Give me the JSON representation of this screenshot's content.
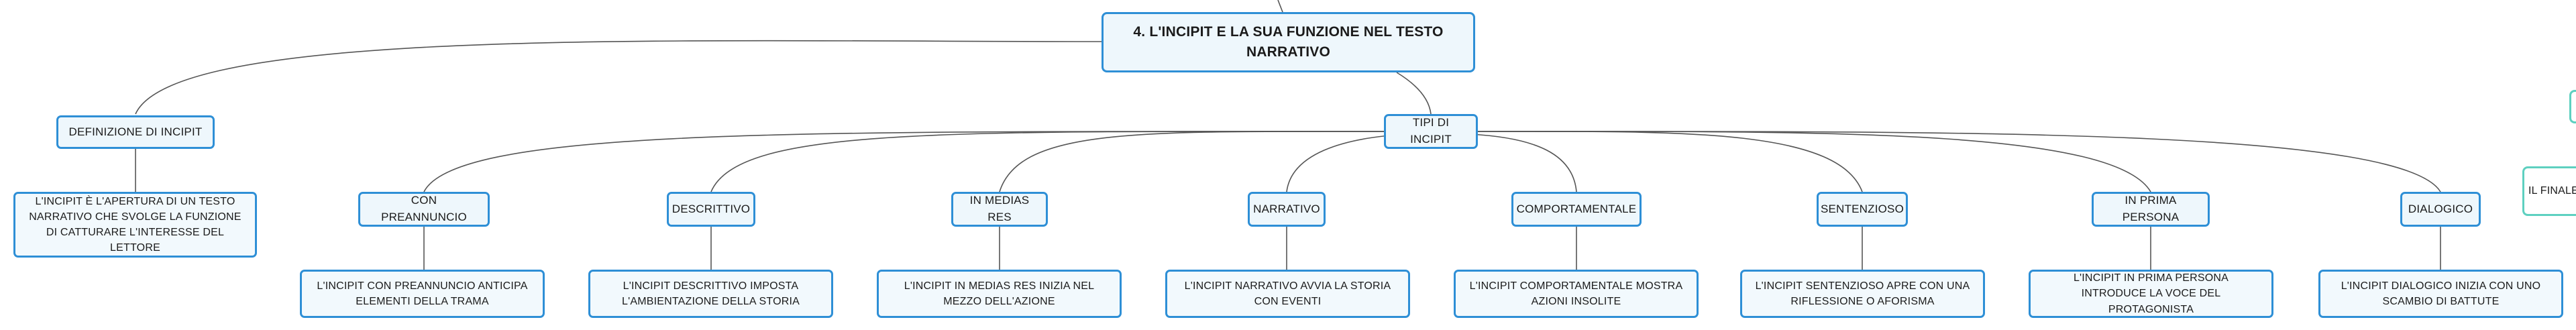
{
  "root": {
    "title": "4. L'INCIPIT E LA SUA FUNZIONE NEL TESTO NARRATIVO"
  },
  "definition": {
    "label": "DEFINIZIONE DI INCIPIT",
    "text": "L'INCIPIT È L'APERTURA DI UN TESTO NARRATIVO CHE SVOLGE LA FUNZIONE DI CATTURARE L'INTERESSE DEL LETTORE"
  },
  "types": {
    "label": "TIPI DI INCIPIT",
    "items": [
      {
        "label": "CON PREANNUNCIO",
        "text": "L'INCIPIT CON PREANNUNCIO ANTICIPA ELEMENTI DELLA TRAMA"
      },
      {
        "label": "DESCRITTIVO",
        "text": "L'INCIPIT DESCRITTIVO IMPOSTA L'AMBIENTAZIONE DELLA STORIA"
      },
      {
        "label": "IN MEDIAS RES",
        "text": "L'INCIPIT IN MEDIAS RES INIZIA NEL MEZZO DELL'AZIONE"
      },
      {
        "label": "NARRATIVO",
        "text": "L'INCIPIT NARRATIVO AVVIA LA STORIA CON EVENTI"
      },
      {
        "label": "COMPORTAMENTALE",
        "text": "L'INCIPIT COMPORTAMENTALE MOSTRA AZIONI INSOLITE"
      },
      {
        "label": "SENTENZIOSO",
        "text": "L'INCIPIT SENTENZIOSO APRE CON UNA RIFLESSIONE O AFORISMA"
      },
      {
        "label": "IN PRIMA PERSONA",
        "text": "L'INCIPIT IN PRIMA PERSONA INTRODUCE LA VOCE DEL PROTAGONISTA"
      },
      {
        "label": "DIALOGICO",
        "text": "L'INCIPIT DIALOGICO INIZIA CON UNO SCAMBIO DI BATTUTE"
      }
    ]
  },
  "offscreen": {
    "label": "IL FINALE"
  },
  "colors": {
    "border": "#2e8fd6",
    "fill": "#eef7fc",
    "line": "#555555",
    "ghost_border": "#5ed0c0"
  }
}
